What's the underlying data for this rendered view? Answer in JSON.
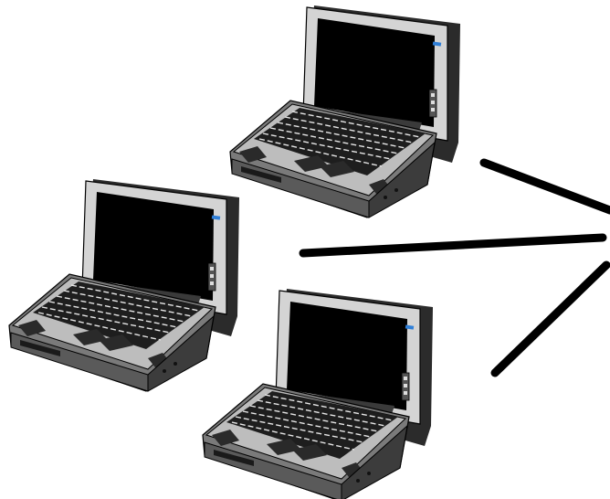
{
  "scene": {
    "background": "#ffffff",
    "laptops": [
      {
        "id": "laptop-top"
      },
      {
        "id": "laptop-left"
      },
      {
        "id": "laptop-bottom"
      }
    ],
    "connection_lines": [
      {
        "id": "line-upper"
      },
      {
        "id": "line-middle"
      },
      {
        "id": "line-lower"
      }
    ]
  },
  "colors": {
    "screen": "#000000",
    "body_light": "#c8c8c8",
    "body_mid": "#9a9a9a",
    "body_dark": "#4a4a4a",
    "logo": "#2f7fd8",
    "line": "#000000"
  }
}
